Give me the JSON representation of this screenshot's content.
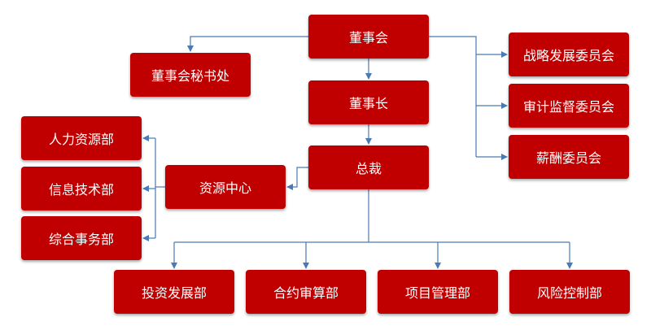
{
  "nodes": {
    "board": "董事会",
    "secretary": "董事会秘书处",
    "chairman": "董事长",
    "president": "总裁",
    "resource_center": "资源中心",
    "strategy_committee": "战略发展委员会",
    "audit_committee": "审计监督委员会",
    "salary_committee": "薪酬委员会",
    "hr_dept": "人力资源部",
    "it_dept": "信息技术部",
    "admin_dept": "综合事务部",
    "invest_dept": "投资发展部",
    "contract_dept": "合约审算部",
    "project_dept": "项目管理部",
    "risk_dept": "风险控制部"
  },
  "colors": {
    "box_fill": "#c00000",
    "box_text": "#ffffff",
    "connector": "#4a7ab5"
  }
}
